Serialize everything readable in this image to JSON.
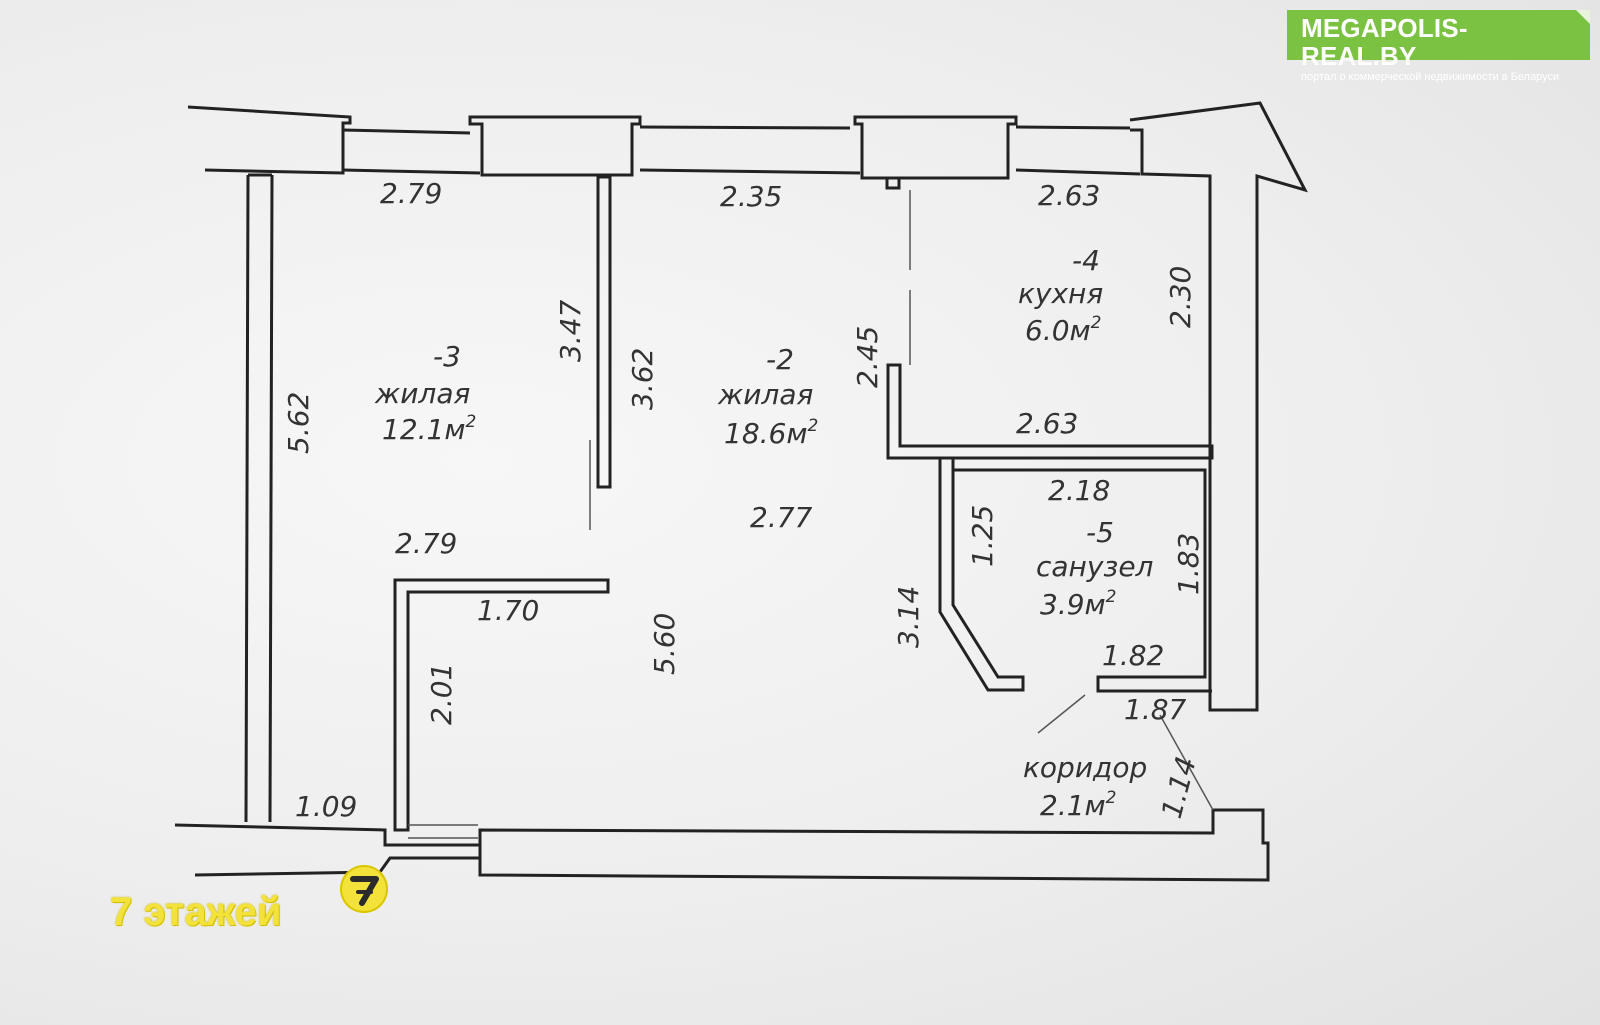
{
  "badge": {
    "title": "MEGAPOLIS-REAL.BY",
    "subtitle": "портал о коммерческой недвижимости в Беларуси",
    "color": "#7cc242"
  },
  "floors_label": "7 этажей",
  "floor_icon": "7-circle-icon",
  "rooms": {
    "r3": {
      "num": "-3",
      "name": "жилая",
      "area": "12.1м"
    },
    "r2": {
      "num": "-2",
      "name": "жилая",
      "area": "18.6м"
    },
    "r4": {
      "num": "-4",
      "name": "кухня",
      "area": "6.0м"
    },
    "r5": {
      "num": "-5",
      "name": "санузел",
      "area": "3.9м"
    },
    "corridor": {
      "name": "коридор",
      "area": "2.1м"
    }
  },
  "area_unit_sup": "2",
  "dims": {
    "d279_top": "2.79",
    "d235": "2.35",
    "d263_top": "2.63",
    "d230": "2.30",
    "d347": "3.47",
    "d362": "3.62",
    "d245": "2.45",
    "d562": "5.62",
    "d263_mid": "2.63",
    "d218": "2.18",
    "d277": "2.77",
    "d125": "1.25",
    "d183": "1.83",
    "d279_low": "2.79",
    "d170": "1.70",
    "d560": "5.60",
    "d314": "3.14",
    "d182": "1.82",
    "d187": "1.87",
    "d201": "2.01",
    "d114": "1.14",
    "d109": "1.09"
  }
}
